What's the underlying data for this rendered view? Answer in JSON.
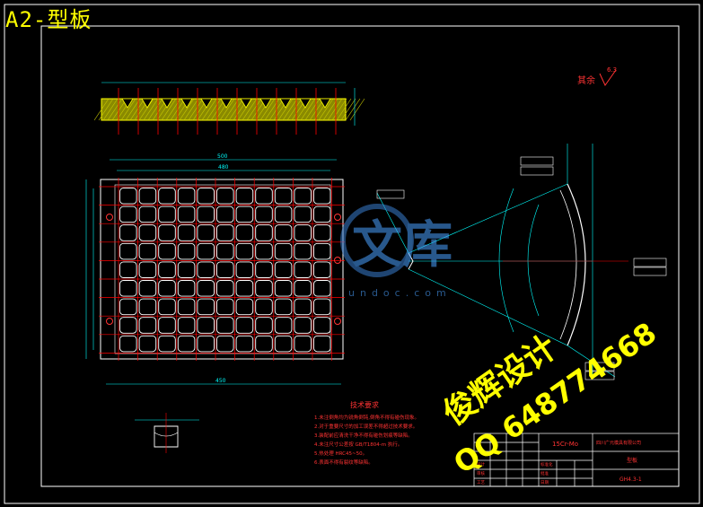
{
  "sheet": {
    "title": "A2-型板",
    "background": "#000000",
    "line_color": "#ffffff",
    "dimension_color": "#00ffff",
    "centerline_color": "#ff0000",
    "part_color": "#ffff00",
    "note_color": "#ff0000"
  },
  "top_view_dims": {
    "overall_width": "500",
    "inner_width": "480",
    "bottom_width": "450"
  },
  "side_view": {
    "roughness_label": "其余",
    "roughness_value": "6.3"
  },
  "notes": {
    "title": "技术要求",
    "items": [
      "1.未注倒角均为锐角倒钝,倒角不得有碰伤现象。",
      "2.对于重要尺寸的加工误差不得超过技术要求。",
      "3.装配前应清洗干净不得有碰伤划痕等缺陷。",
      "4.未注尺寸公差按 GB/T1804-m 执行。",
      "5.热处理 HRC45~50。",
      "6.表面不得有裂纹等缺陷。"
    ]
  },
  "title_block": {
    "material": "15Cr-Mo",
    "drawing_no": "GH4.3-1",
    "company": "四川广元模具有限公司",
    "part_name": "型板",
    "cells": [
      "设计",
      "审核",
      "工艺",
      "标准化",
      "批准",
      "日期"
    ]
  },
  "watermark": {
    "brand": "文库",
    "domain": "undoc.com",
    "author": "俊辉设计",
    "qq": "QQ 648774668"
  }
}
